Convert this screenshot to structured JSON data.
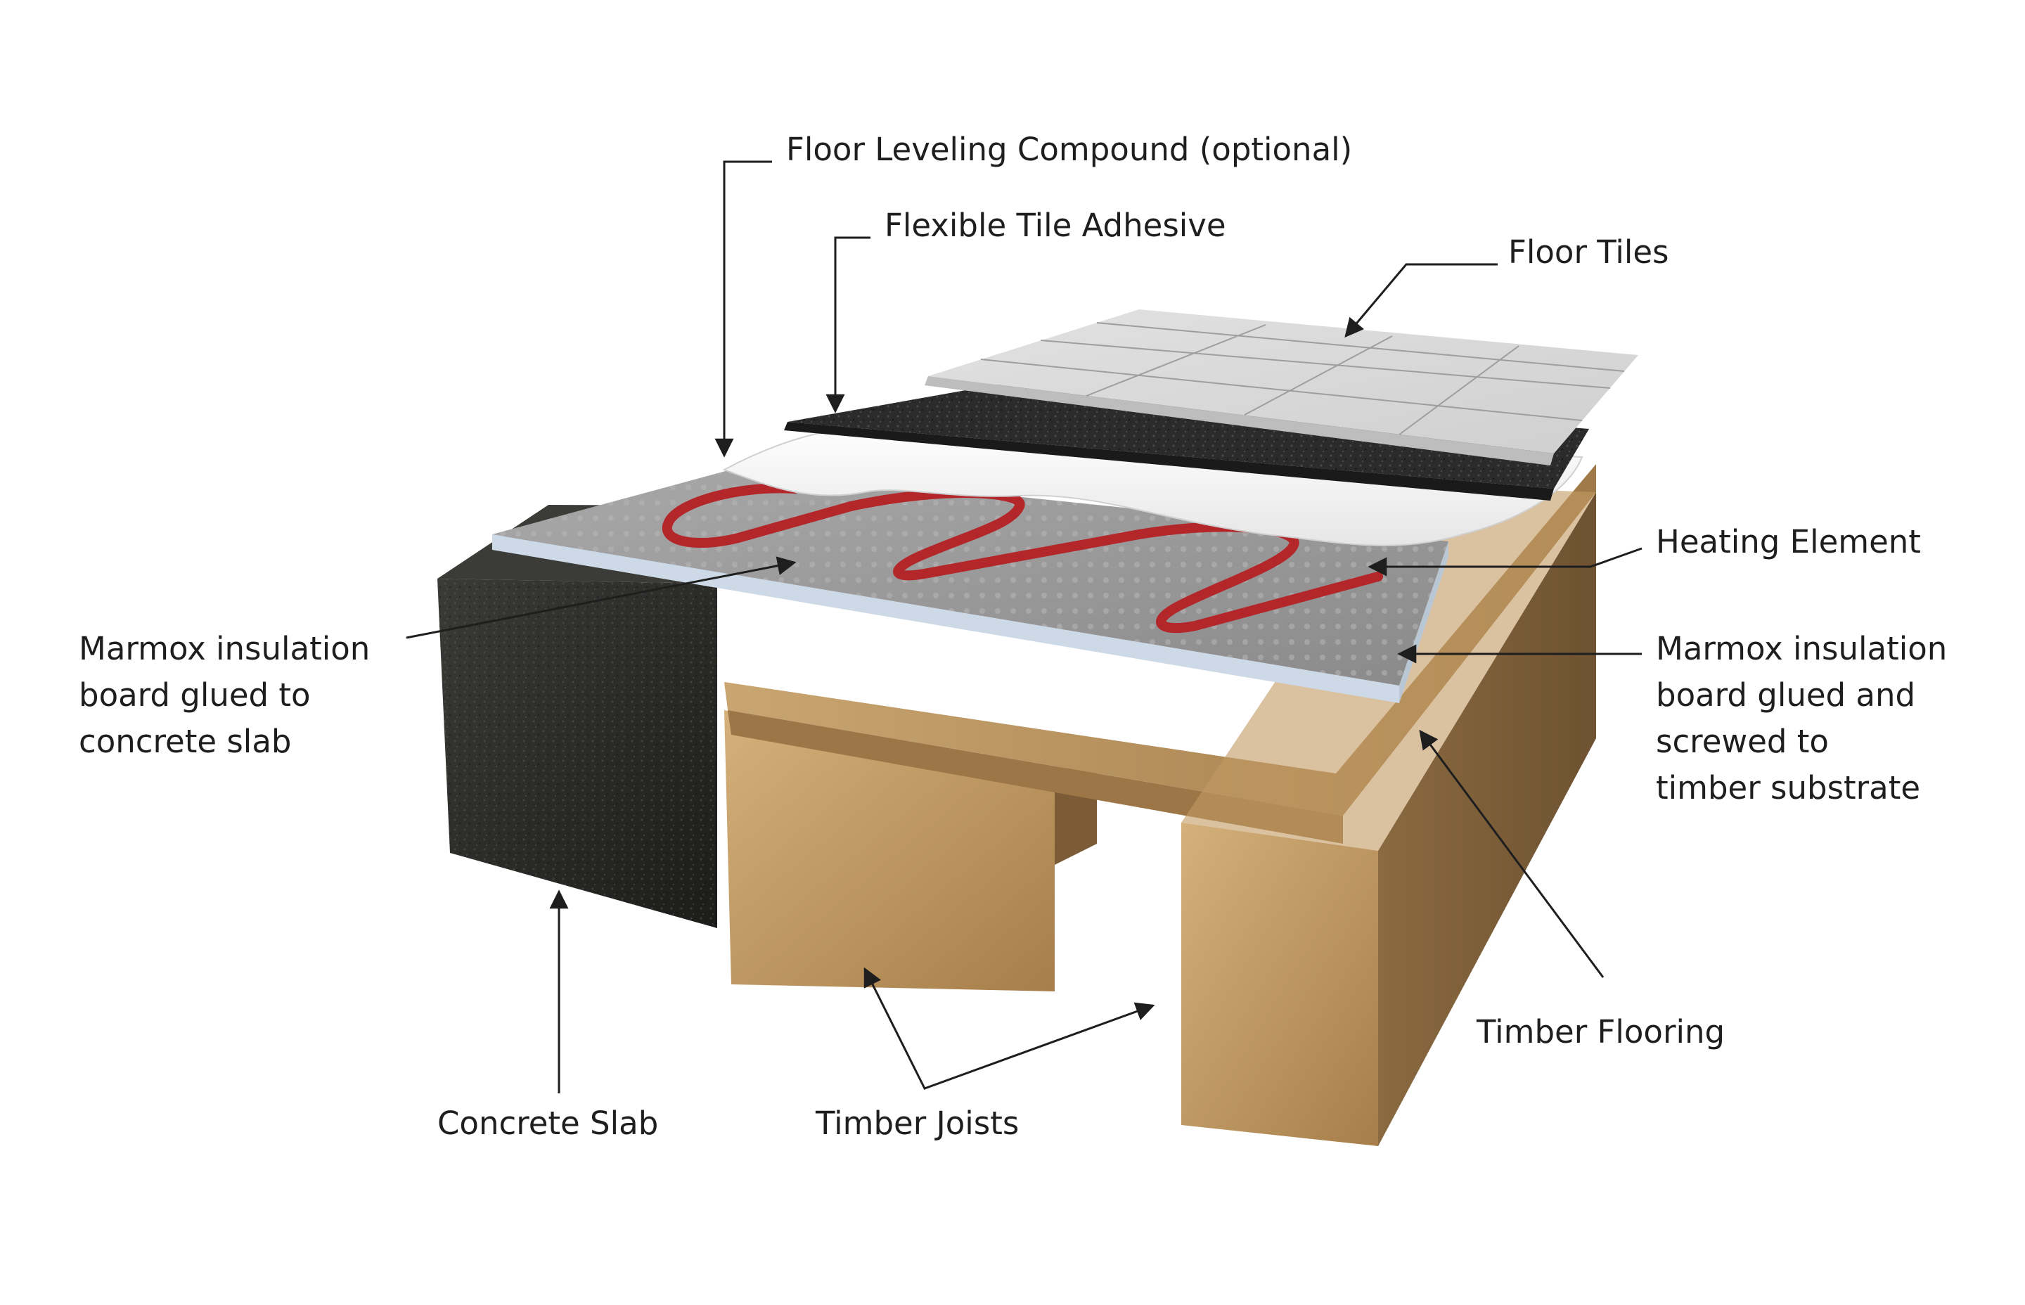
{
  "labels": {
    "floor_leveling": "Floor Leveling Compound (optional)",
    "tile_adhesive": "Flexible Tile Adhesive",
    "floor_tiles": "Floor Tiles",
    "heating_element": "Heating Element",
    "marmox_concrete": [
      "Marmox insulation",
      "board glued to",
      "concrete slab"
    ],
    "marmox_timber": [
      "Marmox insulation",
      "board glued and",
      "screwed to",
      "timber substrate"
    ],
    "timber_flooring": "Timber Flooring",
    "concrete_slab": "Concrete Slab",
    "timber_joists": "Timber Joists"
  },
  "colors": {
    "background": "#ffffff",
    "label_text": "#1e1e1e",
    "leader_line": "#1e1e1e",
    "tile": "#d9d9d9",
    "adhesive": "#2b2b2b",
    "leveling_compound": "#f3f3f3",
    "insulation_board": "#9a9a9a",
    "heating_cable": "#b3262a",
    "concrete": "#2a2a28",
    "timber": "#b08a5a"
  }
}
